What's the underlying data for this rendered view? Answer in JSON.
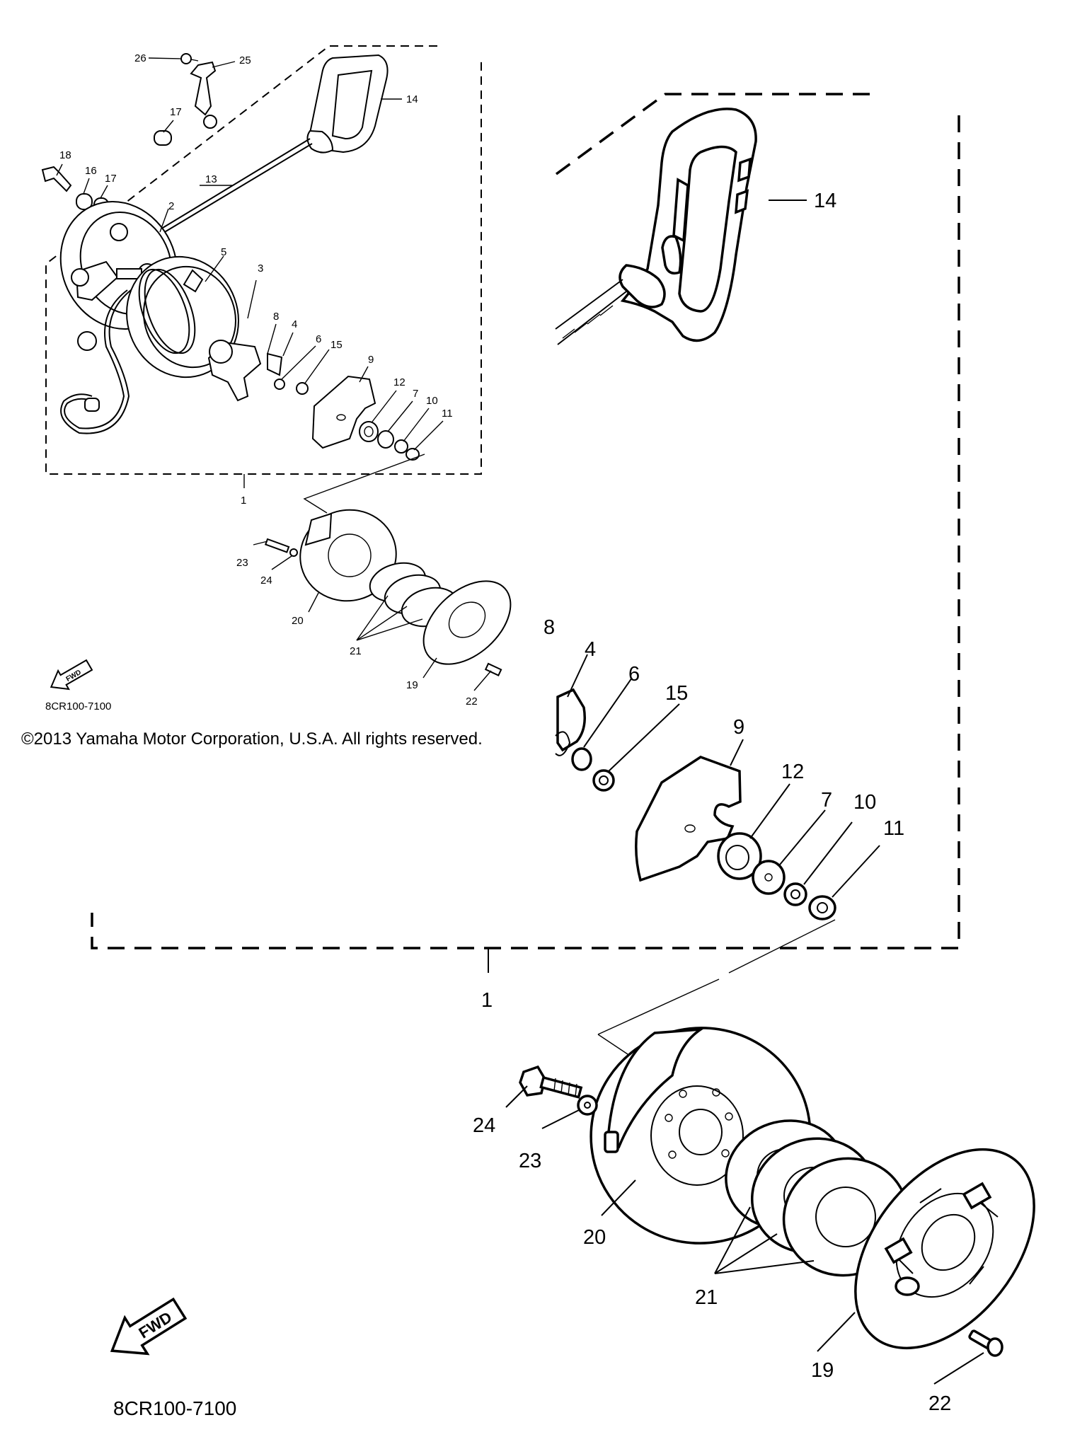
{
  "copyright": "©2013 Yamaha Motor Corporation, U.S.A. All rights reserved.",
  "small_view": {
    "code": "8CR100-7100",
    "fwd_label": "FWD",
    "labels": [
      "1",
      "2",
      "3",
      "4",
      "5",
      "6",
      "7",
      "8",
      "9",
      "10",
      "11",
      "12",
      "13",
      "14",
      "15",
      "16",
      "17",
      "17",
      "18",
      "19",
      "20",
      "21",
      "22",
      "23",
      "24",
      "25",
      "26"
    ]
  },
  "large_view": {
    "code": "8CR100-7100",
    "fwd_label": "FWD",
    "labels": [
      "1",
      "4",
      "6",
      "7",
      "9",
      "10",
      "11",
      "12",
      "14",
      "15",
      "19",
      "20",
      "21",
      "22",
      "23",
      "24"
    ],
    "partial_labels": [
      "8"
    ]
  }
}
